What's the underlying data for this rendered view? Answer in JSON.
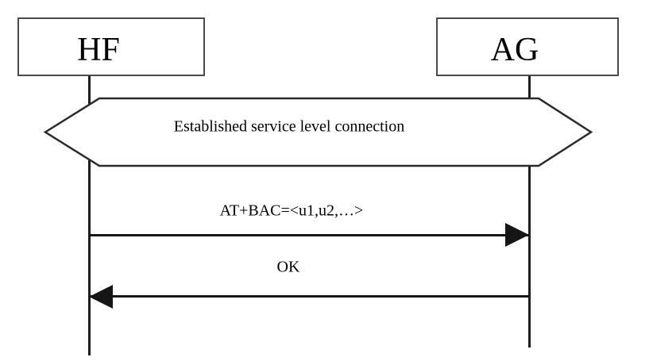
{
  "diagram": {
    "type": "sequence-diagram",
    "participants": [
      {
        "id": "hf",
        "label": "HF"
      },
      {
        "id": "ag",
        "label": "AG"
      }
    ],
    "banner": {
      "label": "Established service level connection",
      "shape": "hexagon"
    },
    "messages": [
      {
        "label": "AT+BAC=<u1,u2,…>",
        "from": "HF",
        "to": "AG",
        "direction": "right"
      },
      {
        "label": "OK",
        "from": "AG",
        "to": "HF",
        "direction": "left"
      }
    ],
    "colors": {
      "background": "#ffffff",
      "box_border": "#4a4a4a",
      "line": "#1a1a1a",
      "text": "#000000"
    }
  }
}
